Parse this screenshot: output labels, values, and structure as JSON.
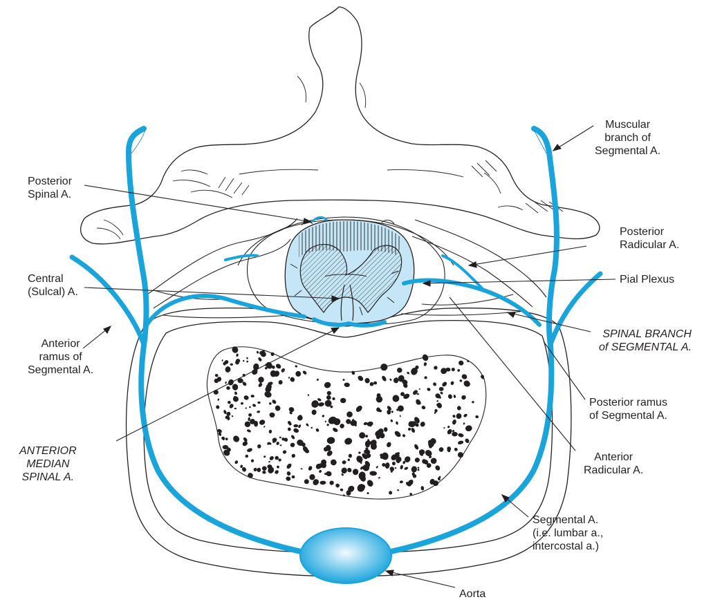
{
  "colors": {
    "artery": "#1aa4dc",
    "artery_dark": "#0c7fb0",
    "cord": "#c5e6f6",
    "aorta_light": "#e9f7fd",
    "ink": "#231f20"
  },
  "icons": [
    "vertebra-drawing",
    "spinal-cord",
    "aorta",
    "segmental-arteries"
  ],
  "labels": {
    "muscular_branch": [
      "Muscular",
      "branch of",
      "Segmental A."
    ],
    "posterior_spinal": [
      "Posterior",
      "Spinal A."
    ],
    "posterior_radicular": [
      "Posterior",
      "Radicular A."
    ],
    "central_sulcal": [
      "Central",
      "(Sulcal) A."
    ],
    "pial_plexus": [
      "Pial Plexus"
    ],
    "spinal_branch": [
      "SPINAL BRANCH",
      "of SEGMENTAL A."
    ],
    "anterior_ramus": [
      "Anterior",
      "ramus of",
      "Segmental A."
    ],
    "posterior_ramus": [
      "Posterior ramus",
      "of Segmental A."
    ],
    "anterior_median_spinal": [
      "ANTERIOR",
      "MEDIAN",
      "SPINAL A."
    ],
    "anterior_radicular": [
      "Anterior",
      "Radicular A."
    ],
    "segmental": [
      "Segmental A.",
      "(i.e. lumbar a.,",
      "intercostal a.)"
    ],
    "aorta": [
      "Aorta"
    ]
  }
}
